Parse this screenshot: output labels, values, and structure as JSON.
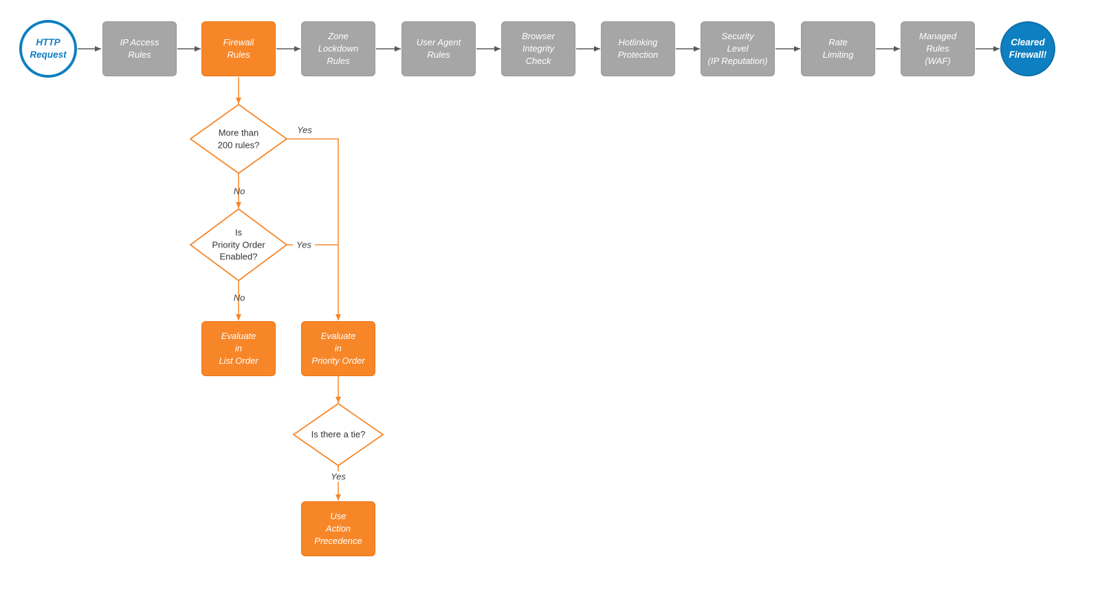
{
  "diagram": {
    "nodes": {
      "start": "HTTP\nRequest",
      "end": "Cleared\nFirewall!",
      "pipeline": [
        {
          "label": "IP Access\nRules",
          "style": "gray"
        },
        {
          "label": "Firewall\nRules",
          "style": "orange"
        },
        {
          "label": "Zone\nLockdown\nRules",
          "style": "gray"
        },
        {
          "label": "User Agent\nRules",
          "style": "gray"
        },
        {
          "label": "Browser\nIntegrity\nCheck",
          "style": "gray"
        },
        {
          "label": "Hotlinking\nProtection",
          "style": "gray"
        },
        {
          "label": "Security\nLevel\n(IP Reputation)",
          "style": "gray"
        },
        {
          "label": "Rate\nLimiting",
          "style": "gray"
        },
        {
          "label": "Managed\nRules\n(WAF)",
          "style": "gray"
        }
      ],
      "decisions": [
        {
          "label": "More than\n200 rules?"
        },
        {
          "label": "Is\nPriority Order\nEnabled?"
        },
        {
          "label": "Is there a tie?"
        }
      ],
      "actions": [
        {
          "label": "Evaluate\nin\nList Order"
        },
        {
          "label": "Evaluate\nin\nPriority Order"
        },
        {
          "label": "Use\nAction\nPrecedence"
        }
      ]
    },
    "edge_labels": {
      "rules_yes": "Yes",
      "rules_no": "No",
      "priority_yes": "Yes",
      "priority_no": "No",
      "tie_yes": "Yes"
    },
    "colors": {
      "orange": "#f78628",
      "gray_fill": "#a6a6a6",
      "blue": "#0e7fc1",
      "arrow_gray": "#595959"
    }
  }
}
